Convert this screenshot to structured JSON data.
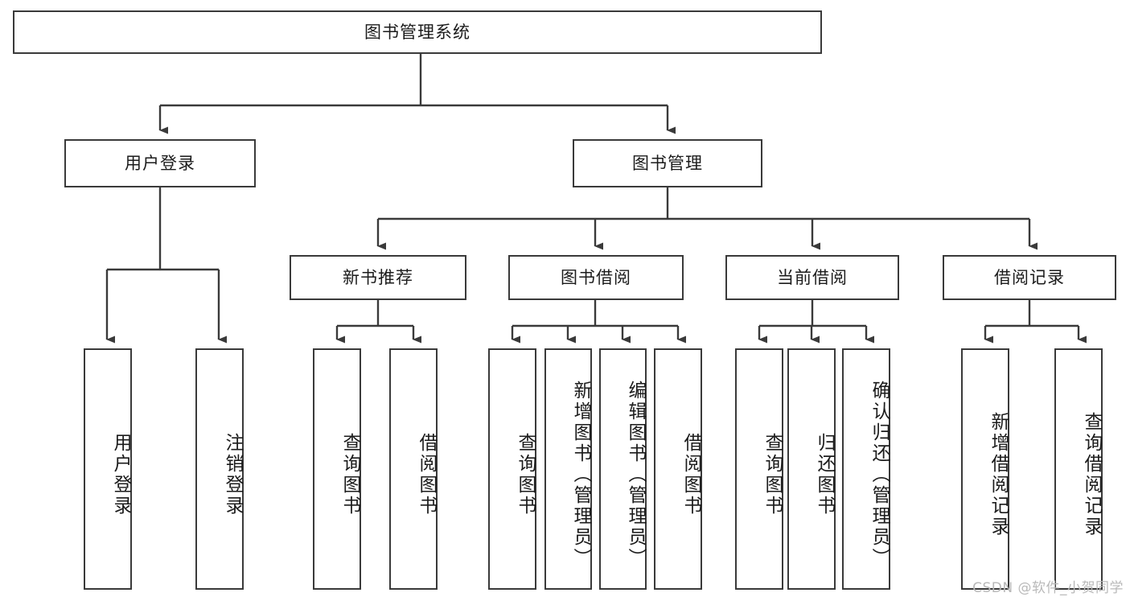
{
  "diagram": {
    "type": "tree-hierarchy",
    "background_color": "#ffffff",
    "line_color": "#3a3a3a",
    "box_border_color": "#3a3a3a",
    "text_color": "#1b1b1b",
    "root": {
      "label": "图书管理系统"
    },
    "level2": [
      {
        "label": "用户登录"
      },
      {
        "label": "图书管理"
      }
    ],
    "level3": [
      {
        "label": "新书推荐"
      },
      {
        "label": "图书借阅"
      },
      {
        "label": "当前借阅"
      },
      {
        "label": "借阅记录"
      }
    ],
    "leaves": [
      {
        "label": "用户登录",
        "parent": "用户登录"
      },
      {
        "label": "注销登录",
        "parent": "用户登录"
      },
      {
        "label": "查询图书",
        "parent": "新书推荐"
      },
      {
        "label": "借阅图书",
        "parent": "新书推荐"
      },
      {
        "label": "查询图书",
        "parent": "图书借阅"
      },
      {
        "label": "新增图书（管理员）",
        "parent": "图书借阅"
      },
      {
        "label": "编辑图书（管理员）",
        "parent": "图书借阅"
      },
      {
        "label": "借阅图书",
        "parent": "图书借阅"
      },
      {
        "label": "查询图书",
        "parent": "当前借阅"
      },
      {
        "label": "归还图书",
        "parent": "当前借阅"
      },
      {
        "label": "确认归还（管理员）",
        "parent": "当前借阅"
      },
      {
        "label": "新增借阅记录",
        "parent": "借阅记录"
      },
      {
        "label": "查询借阅记录",
        "parent": "借阅记录"
      }
    ]
  },
  "watermark": {
    "text": "CSDN @软件_小贺同学"
  }
}
